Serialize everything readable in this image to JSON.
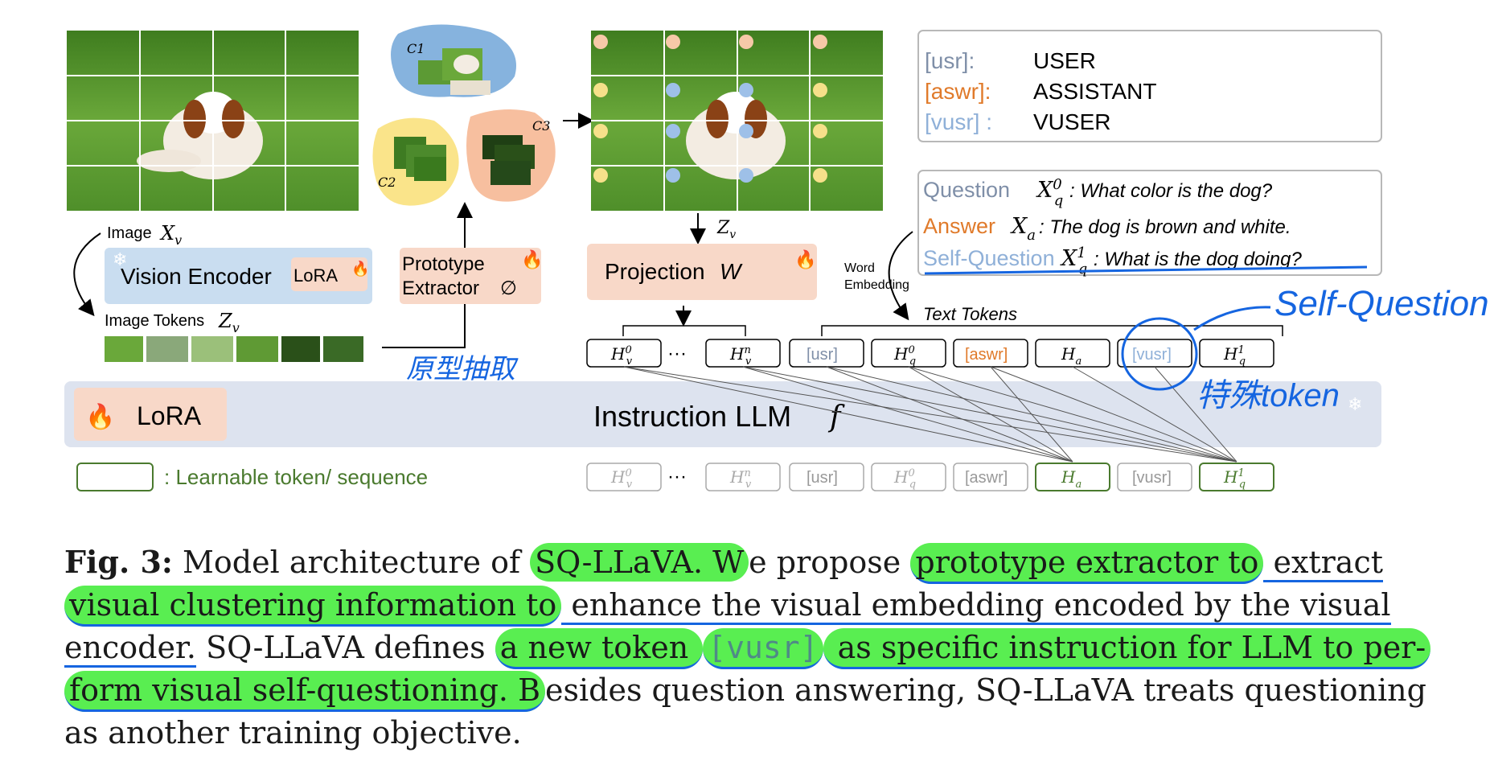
{
  "figure": {
    "role_tokens": {
      "usr_label": "[usr]:",
      "usr_value": "USER",
      "aswr_label": "[aswr]:",
      "aswr_value": "ASSISTANT",
      "vusr_label": "[vusr] :",
      "vusr_value": "VUSER"
    },
    "qa": {
      "question_label": "Question",
      "question_text": ": What color is the dog?",
      "answer_label": "Answer",
      "answer_text": ": The dog is brown and white.",
      "selfq_label": "Self-Question",
      "selfq_text": ": What is the dog doing?"
    },
    "image_label": "Image",
    "vision_encoder": "Vision Encoder",
    "lora_small": "LoRA",
    "image_tokens_label": "Image Tokens",
    "prototype_line1": "Prototype",
    "prototype_line2": "Extractor",
    "projection": "Projection",
    "projection_var": "W",
    "word_embedding_1": "Word",
    "word_embedding_2": "Embedding",
    "text_tokens": "Text Tokens",
    "lora_big": "LoRA",
    "instruction_llm": "Instruction LLM",
    "llm_var": "f",
    "learnable_legend": ": Learnable token/ sequence",
    "token_usr": "[usr]",
    "token_aswr": "[aswr]",
    "token_vusr": "[vusr]",
    "cluster_c1": "C1",
    "cluster_c2": "C2",
    "cluster_c3": "C3",
    "zv": "Zv",
    "handwritten_selfq": "Self-Question",
    "handwritten_token": "特殊token",
    "handwritten_proto": "原型抽取"
  },
  "colors": {
    "lora_bg": "#f8d8c8",
    "encoder_bg": "#c9ddf0",
    "llm_bg": "#dde3ef",
    "learnable": "#4a7a2e",
    "usr": "#7f8fa8",
    "aswr": "#e07a2a",
    "vusr": "#8fb0d8",
    "highlight": "#3ceb32",
    "pen": "#1565e0"
  },
  "caption": {
    "fig_label": "Fig. 3:",
    "l1_a": " Model architecture of ",
    "l1_b": "SQ-LLaVA. W",
    "l1_c": "e propose ",
    "l1_d": "prototype extractor to",
    "l1_e": " extract",
    "l2_a": "visual clustering information to",
    "l2_b": " enhance the visual embedding encoded by the visual",
    "l3_a": "encoder.",
    "l3_b": " SQ-LLaVA defines ",
    "l3_c": "a new token ",
    "l3_d": "[vusr]",
    "l3_e": " as specific instruction for LLM to per-",
    "l4_a": "form visual self-questioning. B",
    "l4_b": "esides question answering, SQ-LLaVA treats questioning",
    "l5": "as another training objective."
  }
}
